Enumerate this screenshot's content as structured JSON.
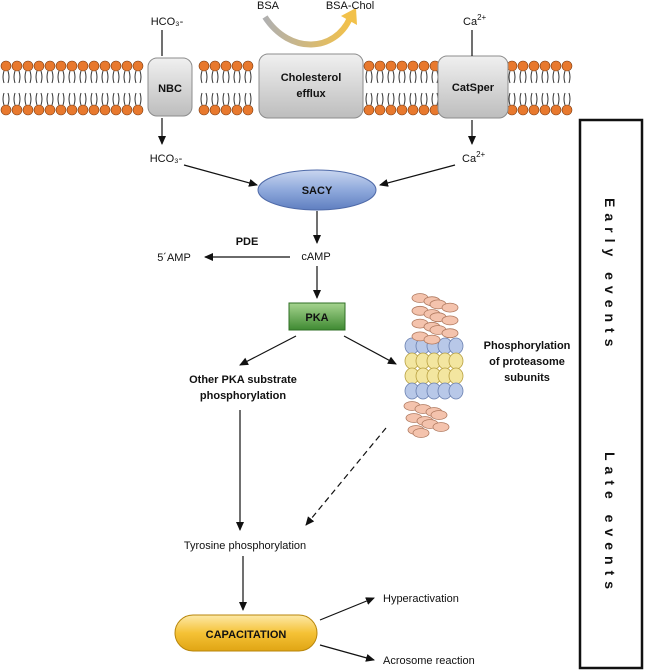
{
  "membrane": {
    "nbc": "NBC",
    "cholesterol_line1": "Cholesterol",
    "cholesterol_line2": "efflux",
    "catsper": "CatSper",
    "bsa": "BSA",
    "bsa_chol": "BSA-Chol",
    "hco3_out": "HCO₃-",
    "ca_out": "Ca",
    "ca_sup": "2+",
    "hco3_in": "HCO₃-",
    "ca_in": "Ca",
    "ca_in_sup": "2+"
  },
  "pathway": {
    "sacy": "SACY",
    "pde": "PDE",
    "amp": "5´AMP",
    "camp": "cAMP",
    "pka": "PKA",
    "other_line1": "Other PKA substrate",
    "other_line2": "phosphorylation",
    "proteasome_line1": "Phosphorylation",
    "proteasome_line2": "of proteasome",
    "proteasome_line3": "subunits",
    "tyrosine": "Tyrosine phosphorylation",
    "capacitation": "CAPACITATION",
    "hyperactivation": "Hyperactivation",
    "acrosome": "Acrosome reaction"
  },
  "side_panel": {
    "early": "Early events",
    "late": "Late events"
  },
  "colors": {
    "lipid_head": "#e8792e",
    "sacy_fill": "#8fa9dc",
    "pka_fill": "#5fa34a",
    "capacitation_fill": "#f5c236",
    "channel_fill": "#d9d9d9",
    "bsa_arrow": "#e2b14a"
  }
}
